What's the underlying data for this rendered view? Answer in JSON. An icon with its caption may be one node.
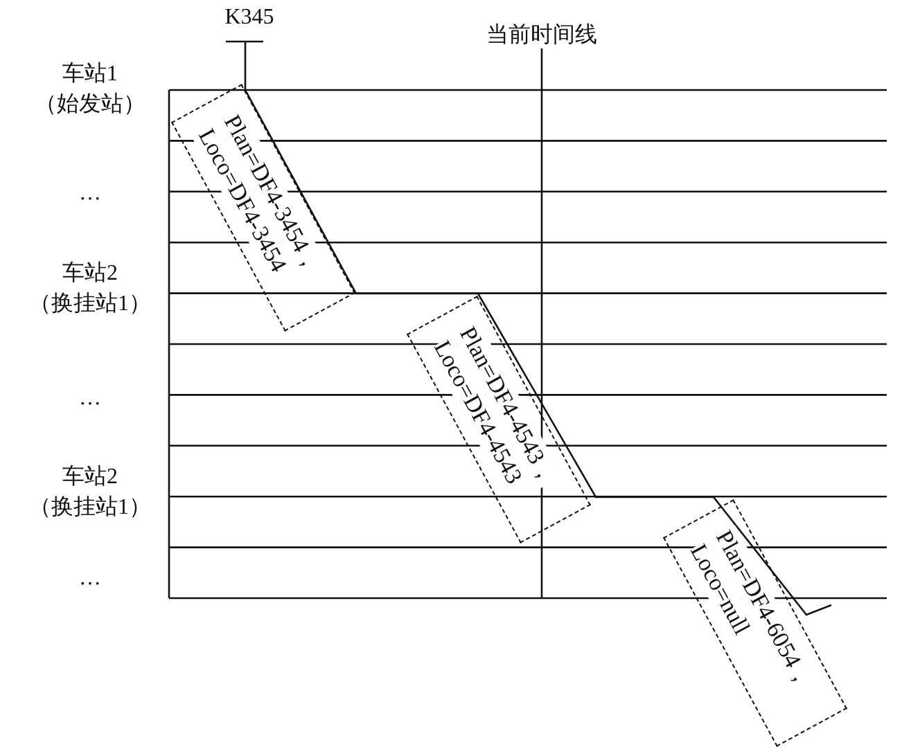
{
  "diagram": {
    "nodes": [
      {
        "text": [
          "Plan=DF4-3454，",
          "Loco=DF4-3454"
        ]
      },
      {
        "text": [
          "Plan=DF4-4543，",
          "Loco=DF4-4543"
        ]
      },
      {
        "text": [
          "Plan=DF4-6054，",
          "Loco=null"
        ]
      }
    ],
    "labels": [
      "K345",
      "当前时间线",
      "车站1",
      "（始发站）",
      "…",
      "车站2",
      "（换挂站1）",
      "…",
      "车站2",
      "（换挂站1）",
      "…"
    ]
  }
}
